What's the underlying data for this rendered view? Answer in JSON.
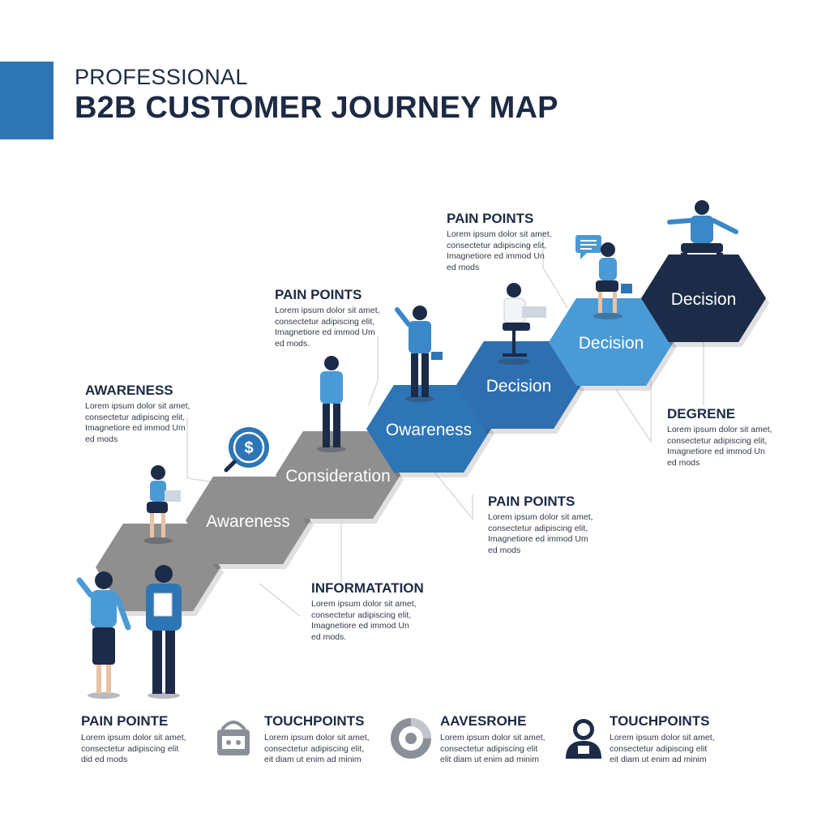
{
  "header": {
    "title_small": "PROFESSIONAL",
    "title_big": "B2B CUSTOMER JOURNEY MAP"
  },
  "stages": [
    {
      "label": "",
      "color": "#8f8f8f"
    },
    {
      "label": "Awareness",
      "color": "#8f8f8f"
    },
    {
      "label": "Consideration",
      "color": "#8f8f8f"
    },
    {
      "label": "Owareness",
      "color": "#2e75b6"
    },
    {
      "label": "Decision",
      "color": "#2e6fb0"
    },
    {
      "label": "Decision",
      "color": "#4a9ad6"
    },
    {
      "label": "Decision",
      "color": "#1c2b47"
    }
  ],
  "callouts": [
    {
      "heading": "AWARENESS",
      "body": "Lorem ipsum dolor sit amet,\nconsectetur adipiscing elit,\nImagnetiore ed immod Um\ned mods"
    },
    {
      "heading": "PAIN POINTS",
      "body": "Lorem ipsum dolor sit amet,\nconsectetur adipiscing elit,\nImagnetiore ed immod Um\ned mods."
    },
    {
      "heading": "PAIN POINTS",
      "body": "Lorem ipsum dolor sit amet,\nconsectetur adipiscing elit,\nImagnetiore ed immod Un\ned mods"
    },
    {
      "heading": "PAIN POINTS",
      "body": "Lorem ipsum dolor sit amet,\nconsectetur adipiscing elit,\nImagnetiore ed immod Um\ned mods"
    },
    {
      "heading": "INFORMATATION",
      "body": "Lorem ipsum dolor sit amet,\nconsectetur adipiscing elit,\nImagnetiore ed immod Un\ned mods."
    },
    {
      "heading": "DEGRENE",
      "body": "Lorem ipsum dolor sit amet,\nconsectetur adipiscing elit,\nImagnetiore ed immod Un\ned mods"
    }
  ],
  "bottom_items": [
    {
      "heading": "PAIN POINTE",
      "body": "Lorem ipsum dolor sit amet,\nconsectetur adipiscing elit\ndid ed mods",
      "icon": "none"
    },
    {
      "heading": "TOUCHPOINTS",
      "body": "Lorem ipsum dolor sit amet,\nconsectetur adipiscing elit,\neit diam ut enim ad minim",
      "icon": "basket-icon"
    },
    {
      "heading": "AAVESROHE",
      "body": "Lorem ipsum dolor sit amet,\nconsectetur adipiscing elit\nelit diam ut enim ad minim",
      "icon": "chart-circle-icon"
    },
    {
      "heading": "TOUCHPOINTS",
      "body": "Lorem ipsum dolor sit amet,\nconsectetur adipiscing elit\neit diam ut enim ad minim",
      "icon": "person-icon"
    }
  ],
  "colors": {
    "accent": "#2e75b6",
    "navy": "#1c2b47",
    "grey_step": "#8f8f8f",
    "light_blue": "#4a9ad6"
  }
}
